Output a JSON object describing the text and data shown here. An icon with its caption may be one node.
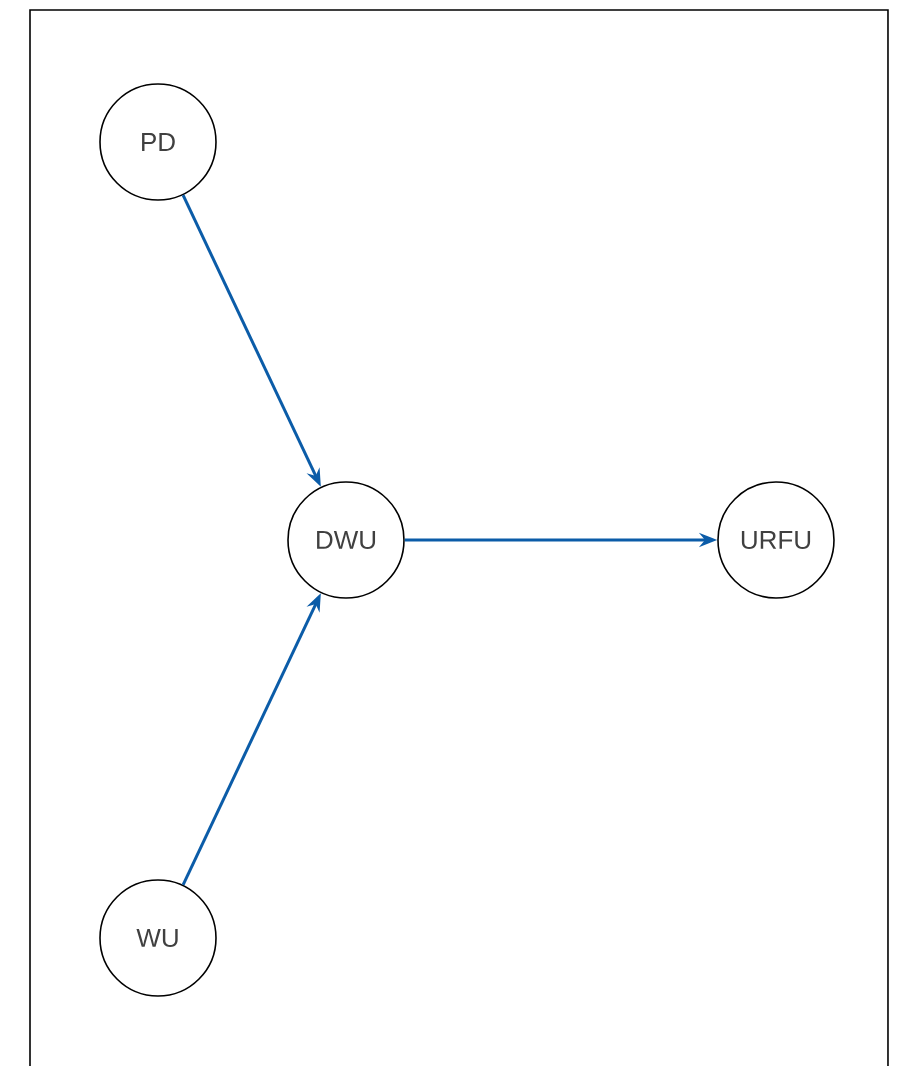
{
  "diagram": {
    "nodes": [
      {
        "text": [
          "PD"
        ]
      },
      {
        "text": [
          "DWU"
        ]
      },
      {
        "text": [
          "URFU"
        ]
      },
      {
        "text": [
          "WU"
        ]
      }
    ],
    "edges": [
      {
        "from": 0,
        "to": 1,
        "arrow": "to"
      },
      {
        "from": 3,
        "to": 1,
        "arrow": "to"
      },
      {
        "from": 1,
        "to": 2,
        "arrow": "to"
      }
    ]
  }
}
